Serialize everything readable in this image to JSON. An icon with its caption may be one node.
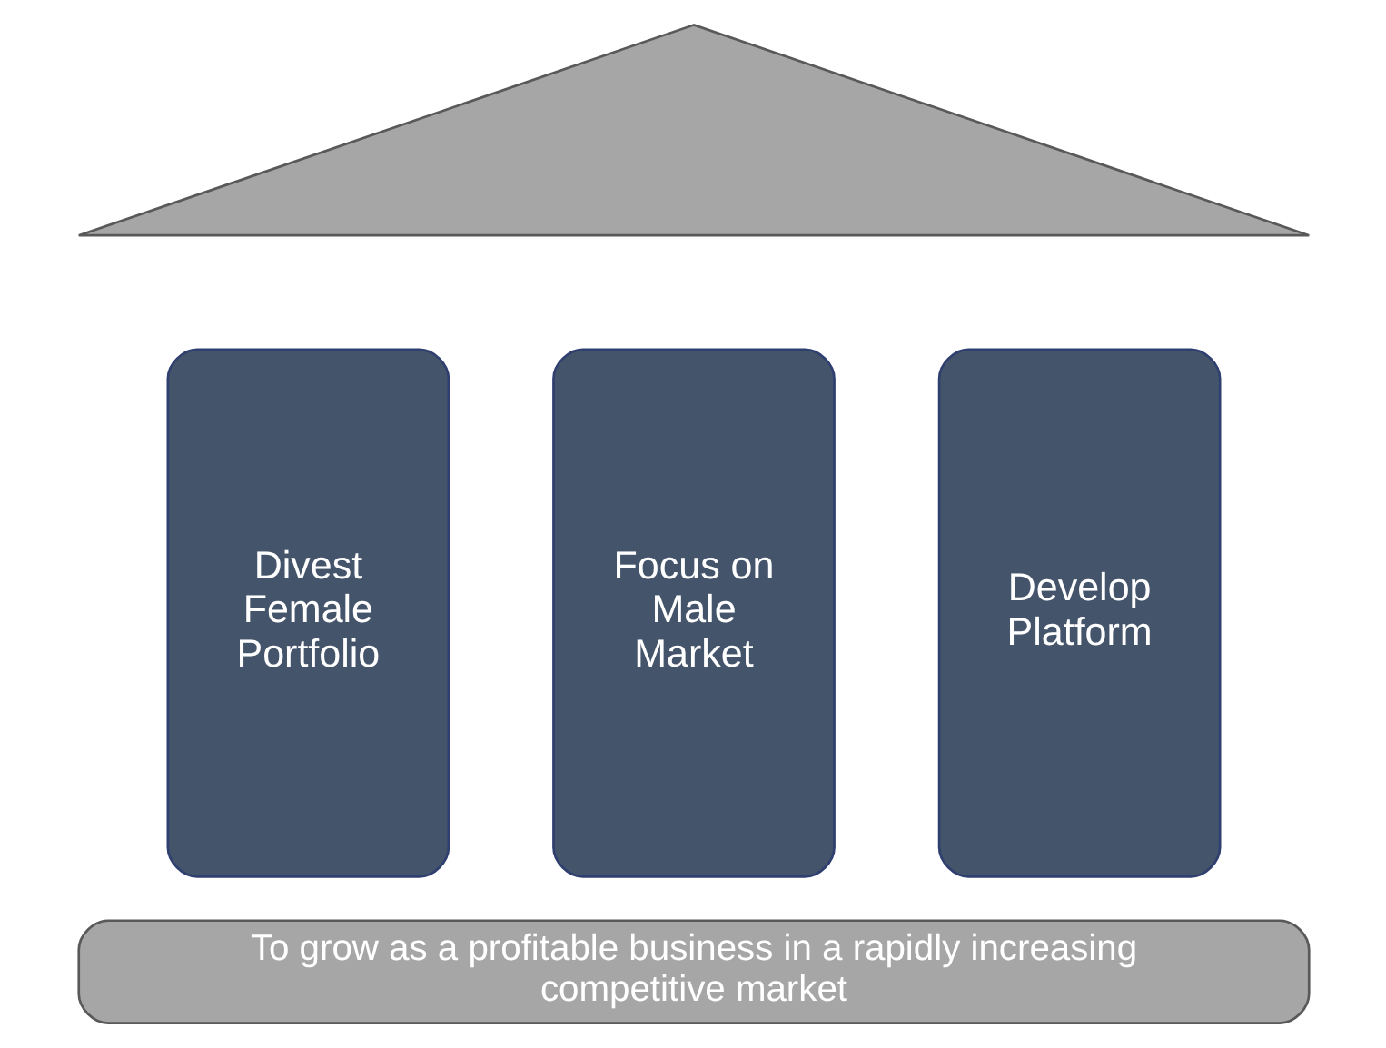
{
  "diagram": {
    "nodes": [
      {
        "text": [],
        "shape": "triangle"
      },
      {
        "text": [
          "Divest Female Portfolio"
        ]
      },
      {
        "text": [
          "Focus on Male Market"
        ]
      },
      {
        "text": [
          "Develop Platform"
        ]
      },
      {
        "text": [
          "To grow as a profitable business in a rapidly increasing competitive market"
        ]
      }
    ],
    "edges": []
  }
}
